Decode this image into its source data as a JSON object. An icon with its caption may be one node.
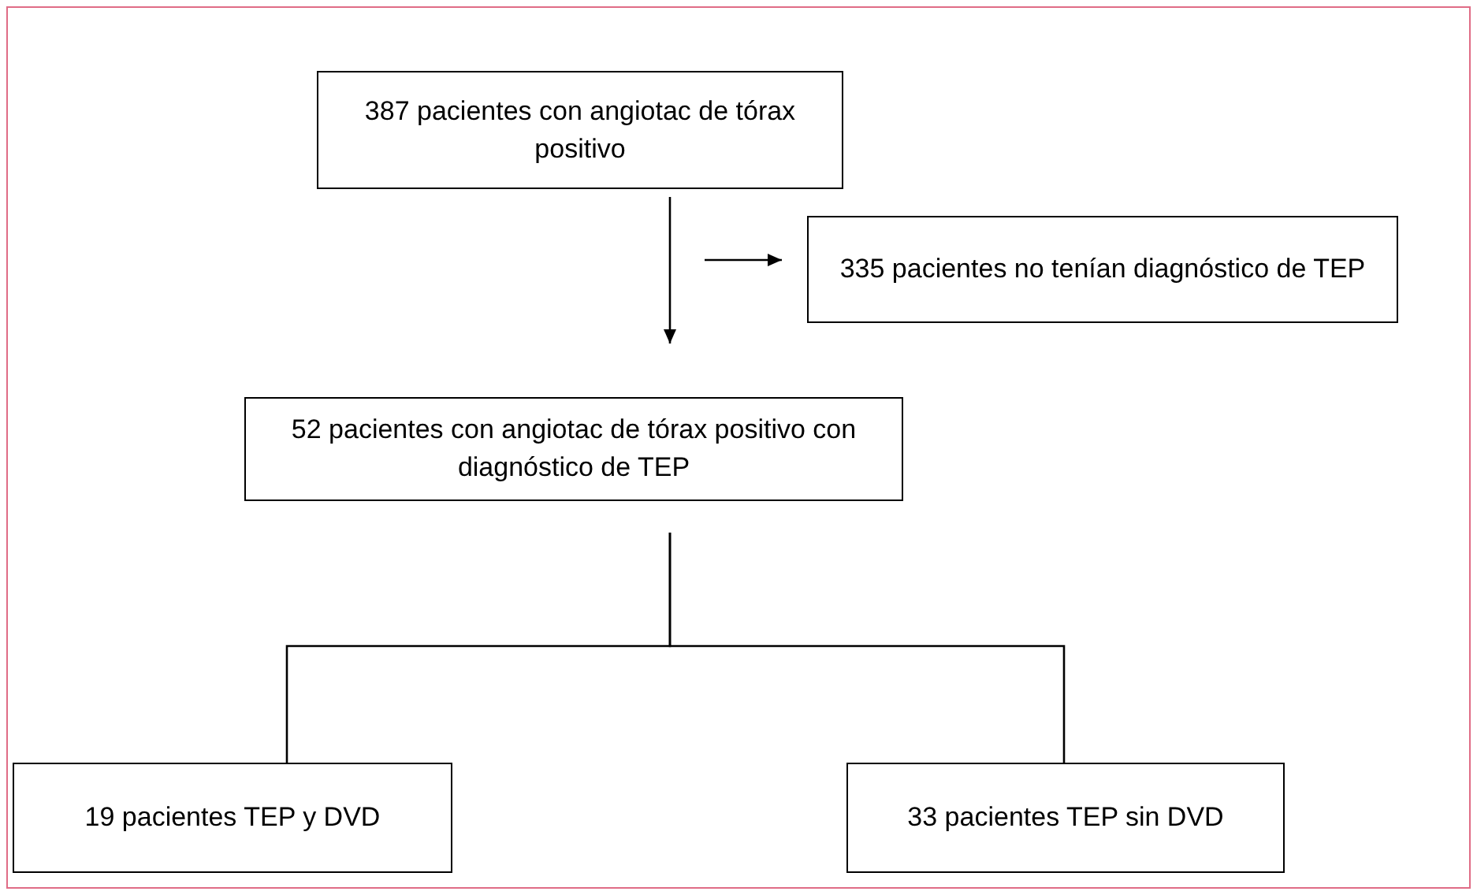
{
  "diagram": {
    "nodes": [
      {
        "text": [
          "387 pacientes con angiotac de tórax positivo"
        ]
      },
      {
        "text": [
          "335 pacientes no tenían diagnóstico de TEP"
        ]
      },
      {
        "text": [
          "52 pacientes con angiotac de tórax positivo con diagnóstico de TEP"
        ]
      },
      {
        "text": [
          "19 pacientes TEP y DVD"
        ]
      },
      {
        "text": [
          "33 pacientes TEP sin DVD"
        ]
      }
    ],
    "edges": [
      {
        "from": 0,
        "to": 2,
        "arrow": "to"
      },
      {
        "from": null,
        "to": 1,
        "arrow": "to"
      },
      {
        "from": 2,
        "to": 3,
        "arrow": "none"
      },
      {
        "from": 2,
        "to": 4,
        "arrow": "none"
      }
    ]
  }
}
